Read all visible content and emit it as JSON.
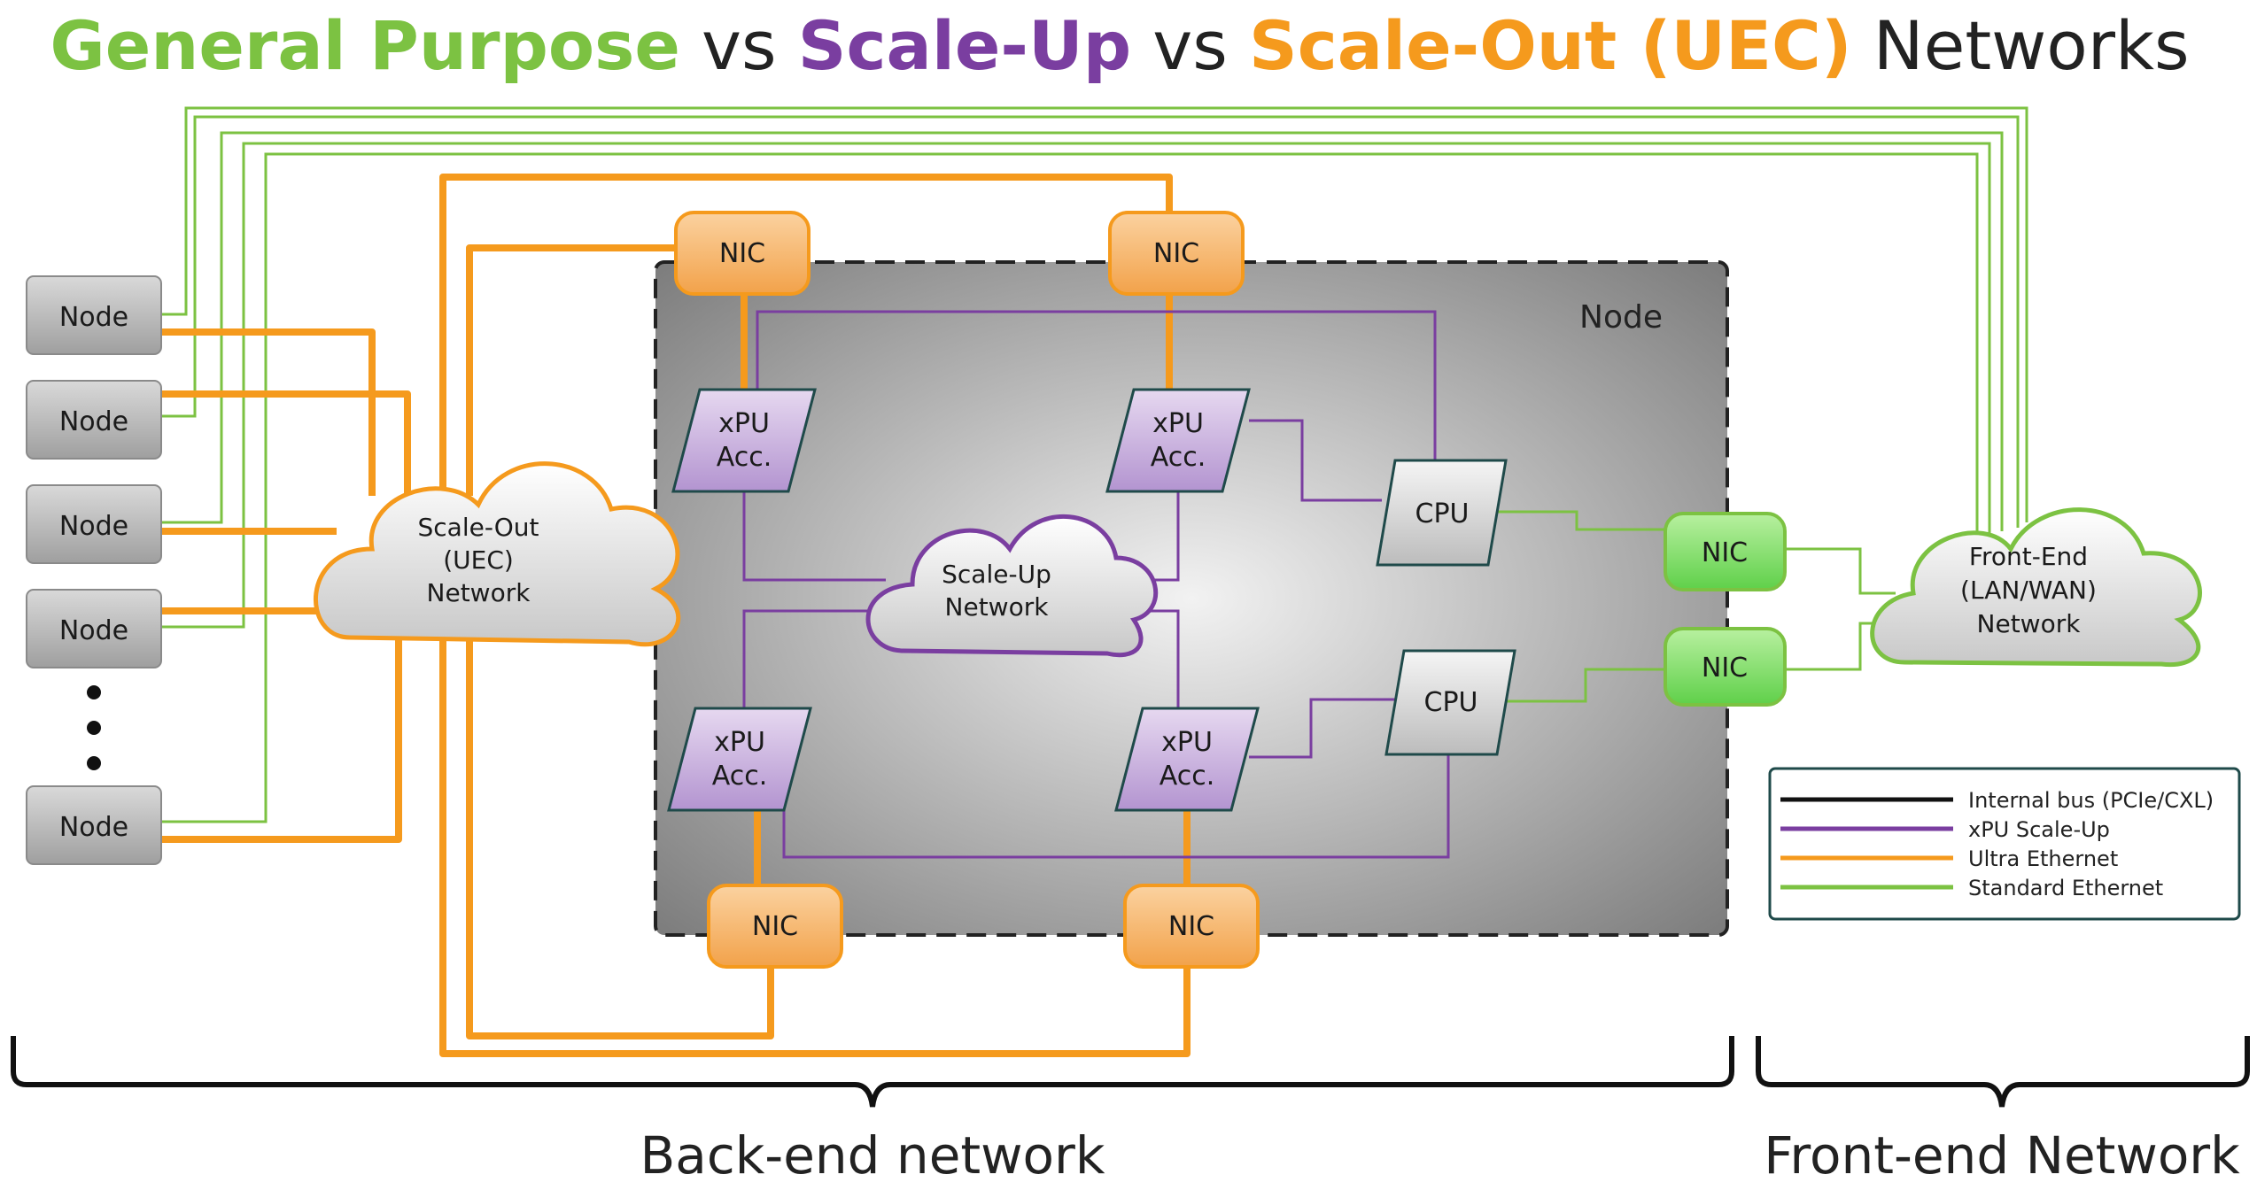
{
  "title": {
    "part1": "General Purpose",
    "vs1": " vs ",
    "part2": "Scale-Up",
    "vs2": " vs ",
    "part3": "Scale-Out (UEC)",
    "part4": " Networks"
  },
  "colors": {
    "general_purpose": "#7cc242",
    "scale_up": "#7a3ea0",
    "scale_out": "#f59a1d",
    "internal_bus": "#111111"
  },
  "nodes": [
    {
      "label": "Node"
    },
    {
      "label": "Node"
    },
    {
      "label": "Node"
    },
    {
      "label": "Node"
    },
    {
      "label": "Node"
    }
  ],
  "clouds": {
    "scale_out": [
      "Scale-Out",
      "(UEC)",
      "Network"
    ],
    "scale_up": [
      "Scale-Up",
      "Network"
    ],
    "front_end": [
      "Front-End",
      "(LAN/WAN)",
      "Network"
    ]
  },
  "inner_node_label": "Node",
  "xpu_label": [
    "xPU",
    "Acc."
  ],
  "cpu_label": "CPU",
  "nic_label": "NIC",
  "legend": [
    {
      "label": "Internal bus (PCIe/CXL)",
      "color": "#111111"
    },
    {
      "label": "xPU Scale-Up",
      "color": "#7a3ea0"
    },
    {
      "label": "Ultra Ethernet",
      "color": "#f59a1d"
    },
    {
      "label": "Standard Ethernet",
      "color": "#7cc242"
    }
  ],
  "bottom": {
    "back_end": "Back-end network",
    "front_end": "Front-end Network"
  }
}
